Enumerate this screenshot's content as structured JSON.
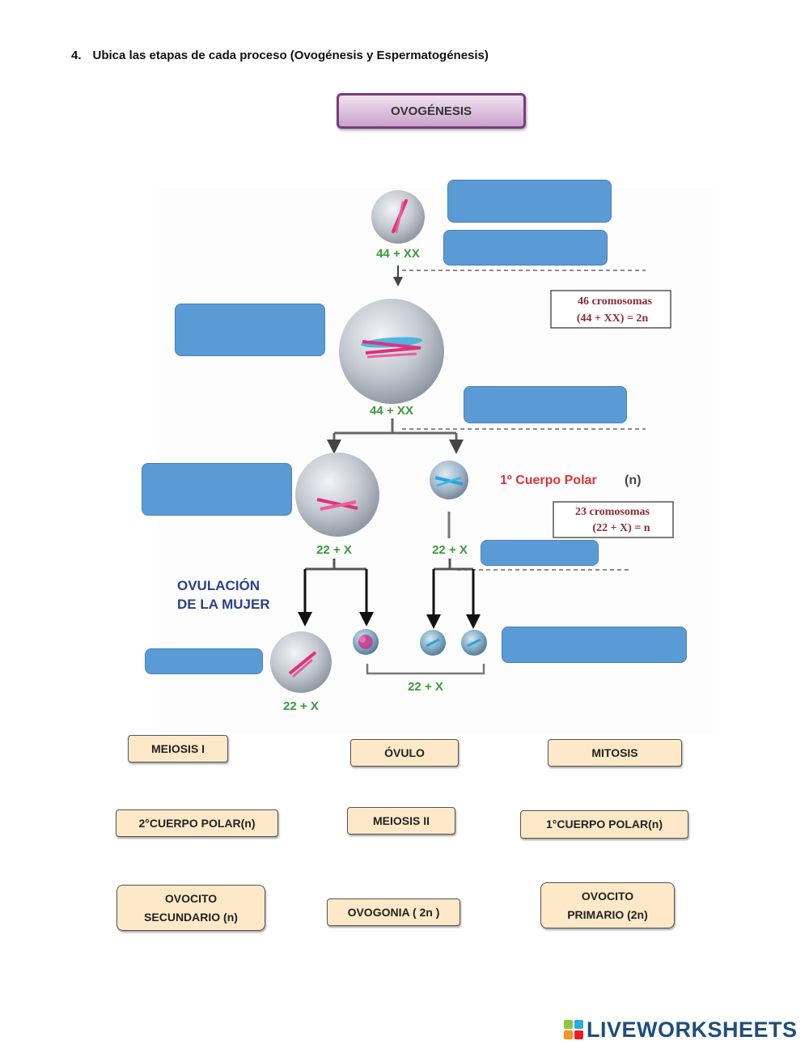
{
  "question": {
    "number": "4.",
    "text": "Ubica las etapas de cada proceso (Ovogénesis y Espermatogénesis)"
  },
  "title": "OVOGÉNESIS",
  "diagram": {
    "labels": {
      "top_cell": "44 + XX",
      "big_cell": "44 + XX",
      "left_mid": "22 + X",
      "right_mid": "22 + X",
      "bottom_left": "22 + X",
      "bottom_bracket": "22 + X",
      "polar": "1º Cuerpo Polar",
      "polar_n": "(n)",
      "ovulation_1": "OVULACIÓN",
      "ovulation_2": "DE LA MUJER"
    },
    "box_46": {
      "line1": "46 cromosomas",
      "line2": "(44 + XX) = 2n"
    },
    "box_23": {
      "line1": "23 cromosomas",
      "line2": "(22 + X) = n"
    }
  },
  "chips": {
    "meiosis_i": "MEIOSIS I",
    "ovulo": "ÓVULO",
    "mitosis": "MITOSIS",
    "cuerpo_polar_2": "2°CUERPO POLAR(n)",
    "meiosis_ii": "MEIOSIS II",
    "cuerpo_polar_1": "1°CUERPO POLAR(n)",
    "ovocito_secundario_1": "OVOCITO",
    "ovocito_secundario_2": "SECUNDARIO (n)",
    "ovogonia": "OVOGONIA ( 2n )",
    "ovocito_primario_1": "OVOCITO",
    "ovocito_primario_2": "PRIMARIO (2n)"
  },
  "logo": {
    "text": "LIVEWORKSHEETS"
  },
  "colors": {
    "drop_zone": "#5b9bd5",
    "chip_bg": "#fde9c8",
    "title_border": "#7a3b7e",
    "label_green": "#3a9a3a",
    "polar_red": "#d9343a",
    "ovulation_blue": "#2a3f8f",
    "logo_blue": "#1f4e7a"
  }
}
